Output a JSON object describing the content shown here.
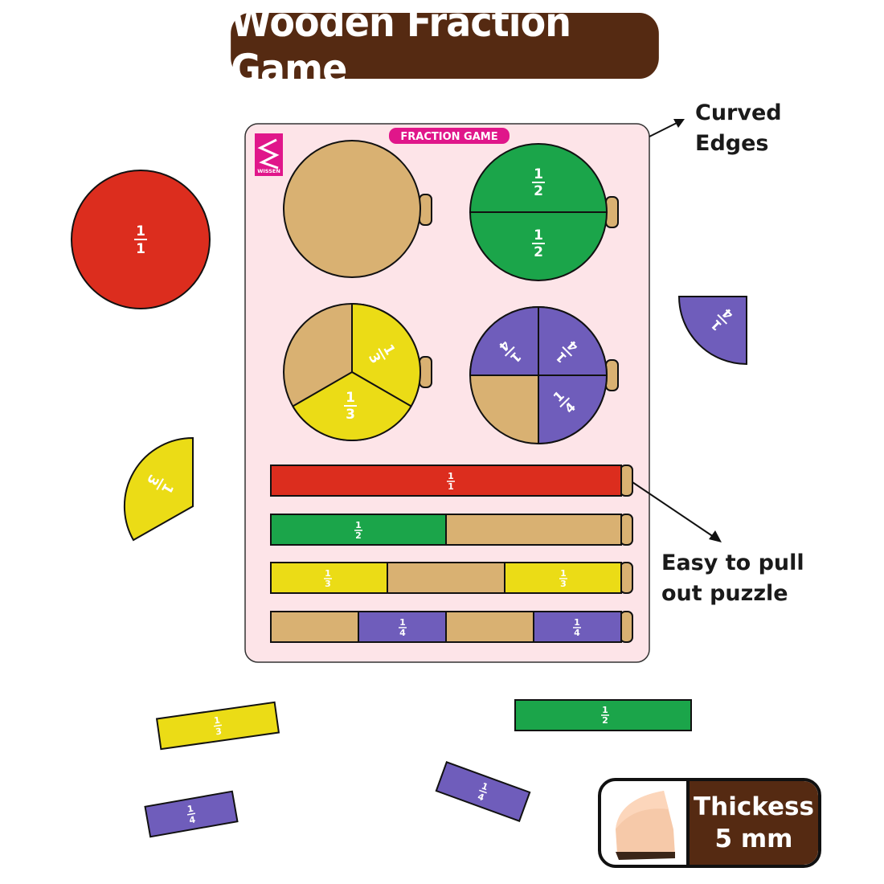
{
  "title": "Wooden Fraction Game",
  "board": {
    "label": "FRACTION GAME",
    "brand": "WISSEN"
  },
  "fractions": {
    "whole": {
      "num": "1",
      "den": "1"
    },
    "half": {
      "num": "1",
      "den": "2"
    },
    "third": {
      "num": "1",
      "den": "3"
    },
    "quarter": {
      "num": "1",
      "den": "4"
    }
  },
  "callouts": {
    "curved_edges": [
      "Curved",
      "Edges"
    ],
    "pull_out": [
      "Easy to pull",
      "out puzzle"
    ]
  },
  "thickness": {
    "label": "Thickess",
    "value": "5 mm"
  },
  "colors": {
    "wood": "#d9b172",
    "red": "#dc2d1e",
    "green": "#1ba54a",
    "yellow": "#ebdc16",
    "purple": "#6f5dbb",
    "board": "#fde4e8",
    "brown": "#552a12",
    "magenta": "#e0168a"
  }
}
